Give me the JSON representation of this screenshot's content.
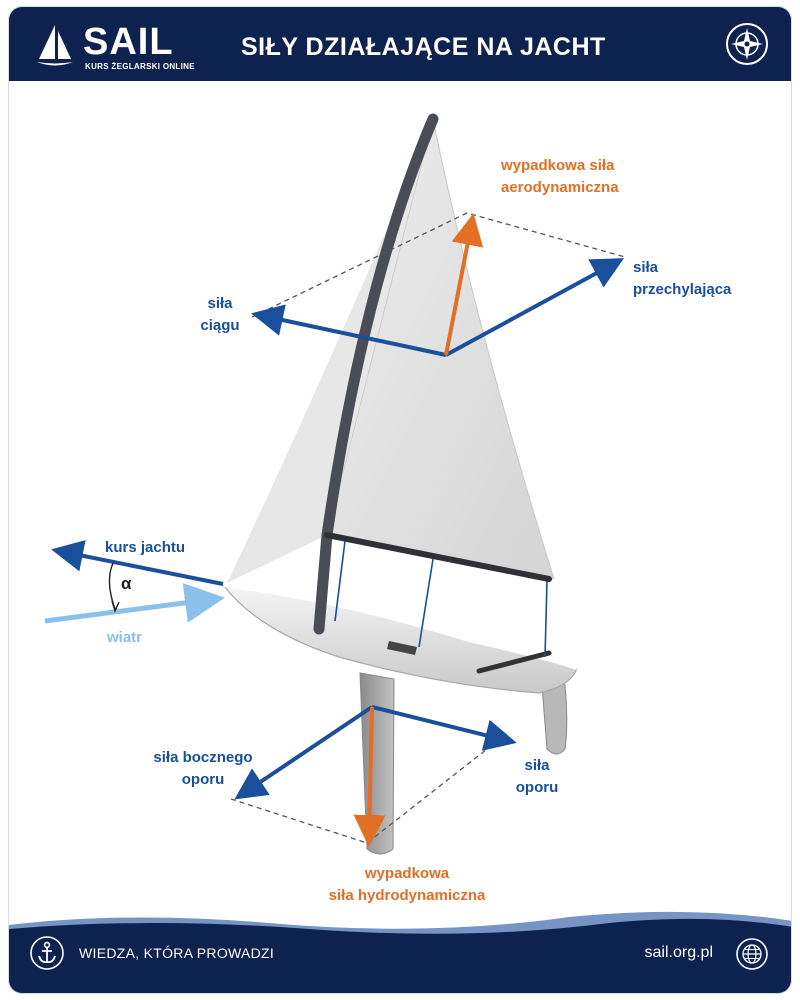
{
  "header": {
    "brand": "SAIL",
    "brand_sub": "KURS ŻEGLARSKI ONLINE",
    "title": "SIŁY DZIAŁAJĄCE NA JACHT",
    "compass_icon": "compass-rose-icon"
  },
  "labels": {
    "aero_l1": "wypadkowa siła",
    "aero_l2": "aerodynamiczna",
    "heel_l1": "siła",
    "heel_l2": "przechylająca",
    "thrust_l1": "siła",
    "thrust_l2": "ciągu",
    "course": "kurs jachtu",
    "angle": "α",
    "wind": "wiatr",
    "lateral_l1": "siła bocznego",
    "lateral_l2": "oporu",
    "drag_l1": "siła",
    "drag_l2": "oporu",
    "hydro_l1": "wypadkowa",
    "hydro_l2": "siła hydrodynamiczna"
  },
  "colors": {
    "navy": "#0e2250",
    "force_blue": "#1a4f9c",
    "resultant_orange": "#e36f26",
    "wind_light_blue": "#8cc0ec"
  },
  "footer": {
    "tagline": "WIEDZA, KTÓRA PROWADZI",
    "website": "sail.org.pl",
    "anchor_icon": "anchor-icon",
    "globe_icon": "globe-icon"
  }
}
